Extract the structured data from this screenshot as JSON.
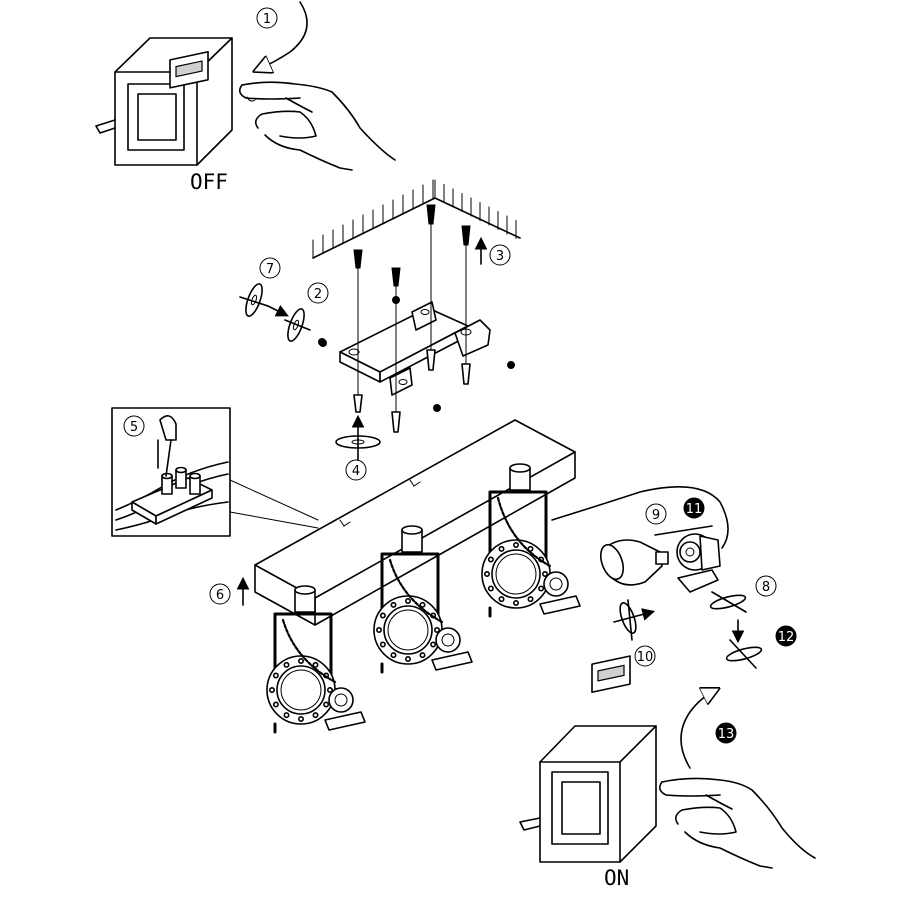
{
  "switch_off_label": "OFF",
  "switch_on_label": "ON",
  "steps": [
    "1",
    "2",
    "3",
    "4",
    "5",
    "6",
    "7",
    "8",
    "9",
    "10",
    "11",
    "12",
    "13"
  ]
}
